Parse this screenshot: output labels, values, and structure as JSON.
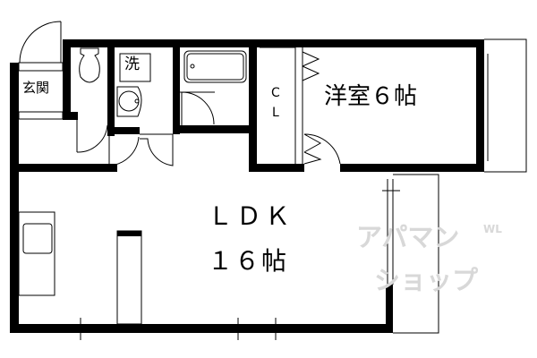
{
  "rooms": {
    "genkan": "玄関",
    "wash": "洗",
    "closet_c": "C",
    "closet_l": "L",
    "western": "洋室６帖",
    "ldk_name": "ＬＤＫ",
    "ldk_size": "１６帖"
  },
  "watermark": {
    "line1": "アパマン",
    "line2": "ショップ",
    "small": "WL"
  },
  "colors": {
    "wall": "#000000",
    "watermark": "#d8d8d8"
  }
}
